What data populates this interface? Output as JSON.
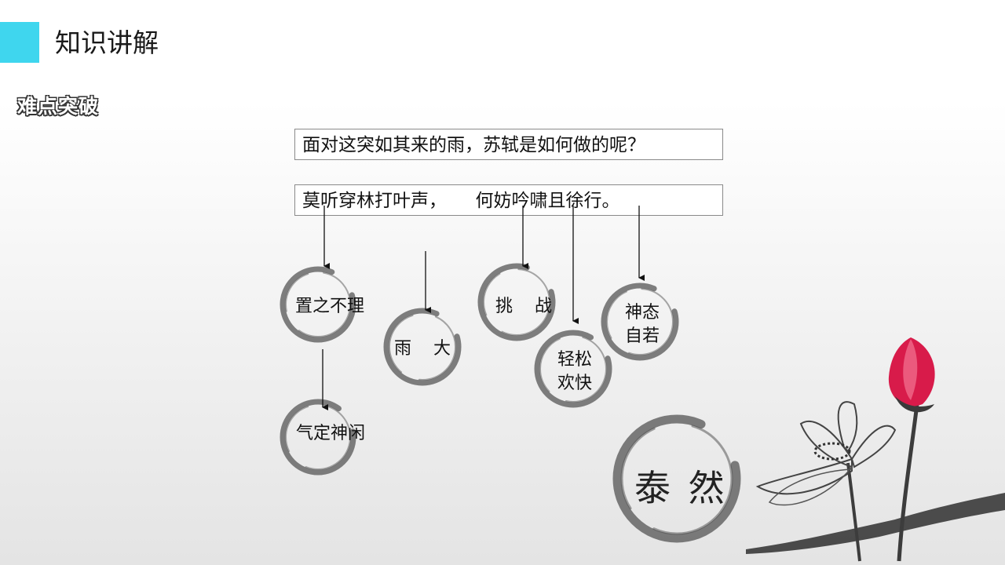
{
  "header": {
    "title": "知识讲解",
    "accent_color": "#3fd6ee"
  },
  "section": {
    "subtitle": "难点突破"
  },
  "question": {
    "text": "面对这突如其来的雨，苏轼是如何做的呢？"
  },
  "poem": {
    "text": "莫听穿林打叶声，     何妨吟啸且徐行。"
  },
  "nodes": {
    "zhizhibuli": "置之不理",
    "qidingshenxian": "气定神闲",
    "yuda": "雨    大",
    "tiaozhan": "挑    战",
    "qingsong_1": "轻松",
    "qingsong_2": "欢快",
    "shentai_1": "神态",
    "shentai_2": "自若"
  },
  "conclusion": {
    "text": "泰 然"
  },
  "decoration": {
    "lotus_color": "#d81b4a",
    "ink_color": "#333333"
  }
}
